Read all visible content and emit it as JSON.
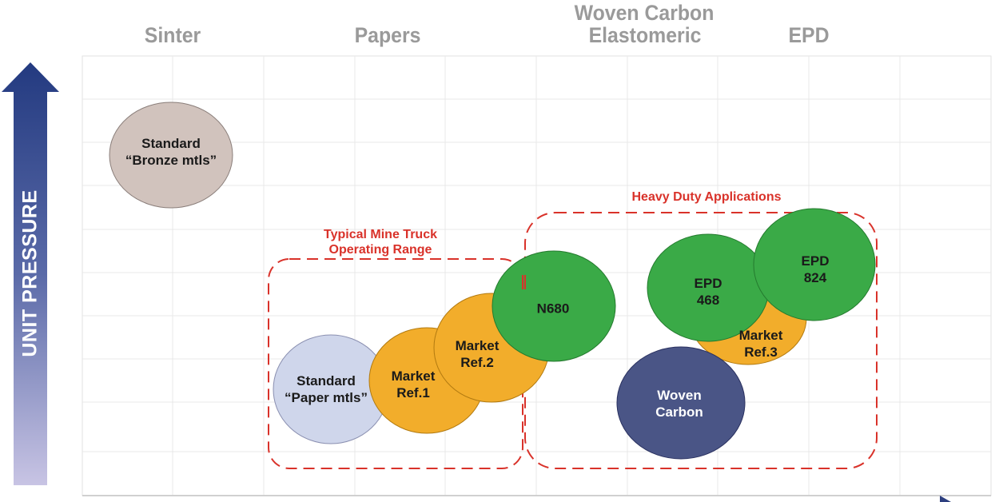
{
  "column_headers": {
    "sinter": "Sinter",
    "papers": "Papers",
    "woven_carbon_line1": "Woven Carbon",
    "woven_carbon_line2": "Elastomeric",
    "epd": "EPD"
  },
  "y_axis": {
    "label": "UNIT PRESSURE"
  },
  "regions": {
    "mine_truck_line1": "Typical Mine Truck",
    "mine_truck_line2": "Operating Range",
    "heavy_duty": "Heavy Duty Applications"
  },
  "bubbles": {
    "bronze": {
      "line1": "Standard",
      "line2": "“Bronze mtls”",
      "color": "#d1c3bd"
    },
    "paper": {
      "line1": "Standard",
      "line2": "“Paper mtls”",
      "color": "#cfd6eb"
    },
    "market1": {
      "line1": "Market",
      "line2": "Ref.1",
      "color": "#f2ad2b"
    },
    "market2": {
      "line1": "Market",
      "line2": "Ref.2",
      "color": "#f2ad2b"
    },
    "n680": {
      "line1": "N680",
      "color": "#3aaa47"
    },
    "market3": {
      "line1": "Market",
      "line2": "Ref.3",
      "color": "#f2ad2b"
    },
    "epd468": {
      "line1": "EPD",
      "line2": "468",
      "color": "#3aaa47"
    },
    "epd824": {
      "line1": "EPD",
      "line2": "824",
      "color": "#3aaa47"
    },
    "woven": {
      "line1": "Woven",
      "line2": "Carbon",
      "color": "#4a5586"
    }
  },
  "colors": {
    "arrow_top": "#233a80",
    "arrow_bottom": "#c3c0e0",
    "region_dash": "#d9322a",
    "grid": "#e6e6e6",
    "axis": "#2d3f7f"
  }
}
